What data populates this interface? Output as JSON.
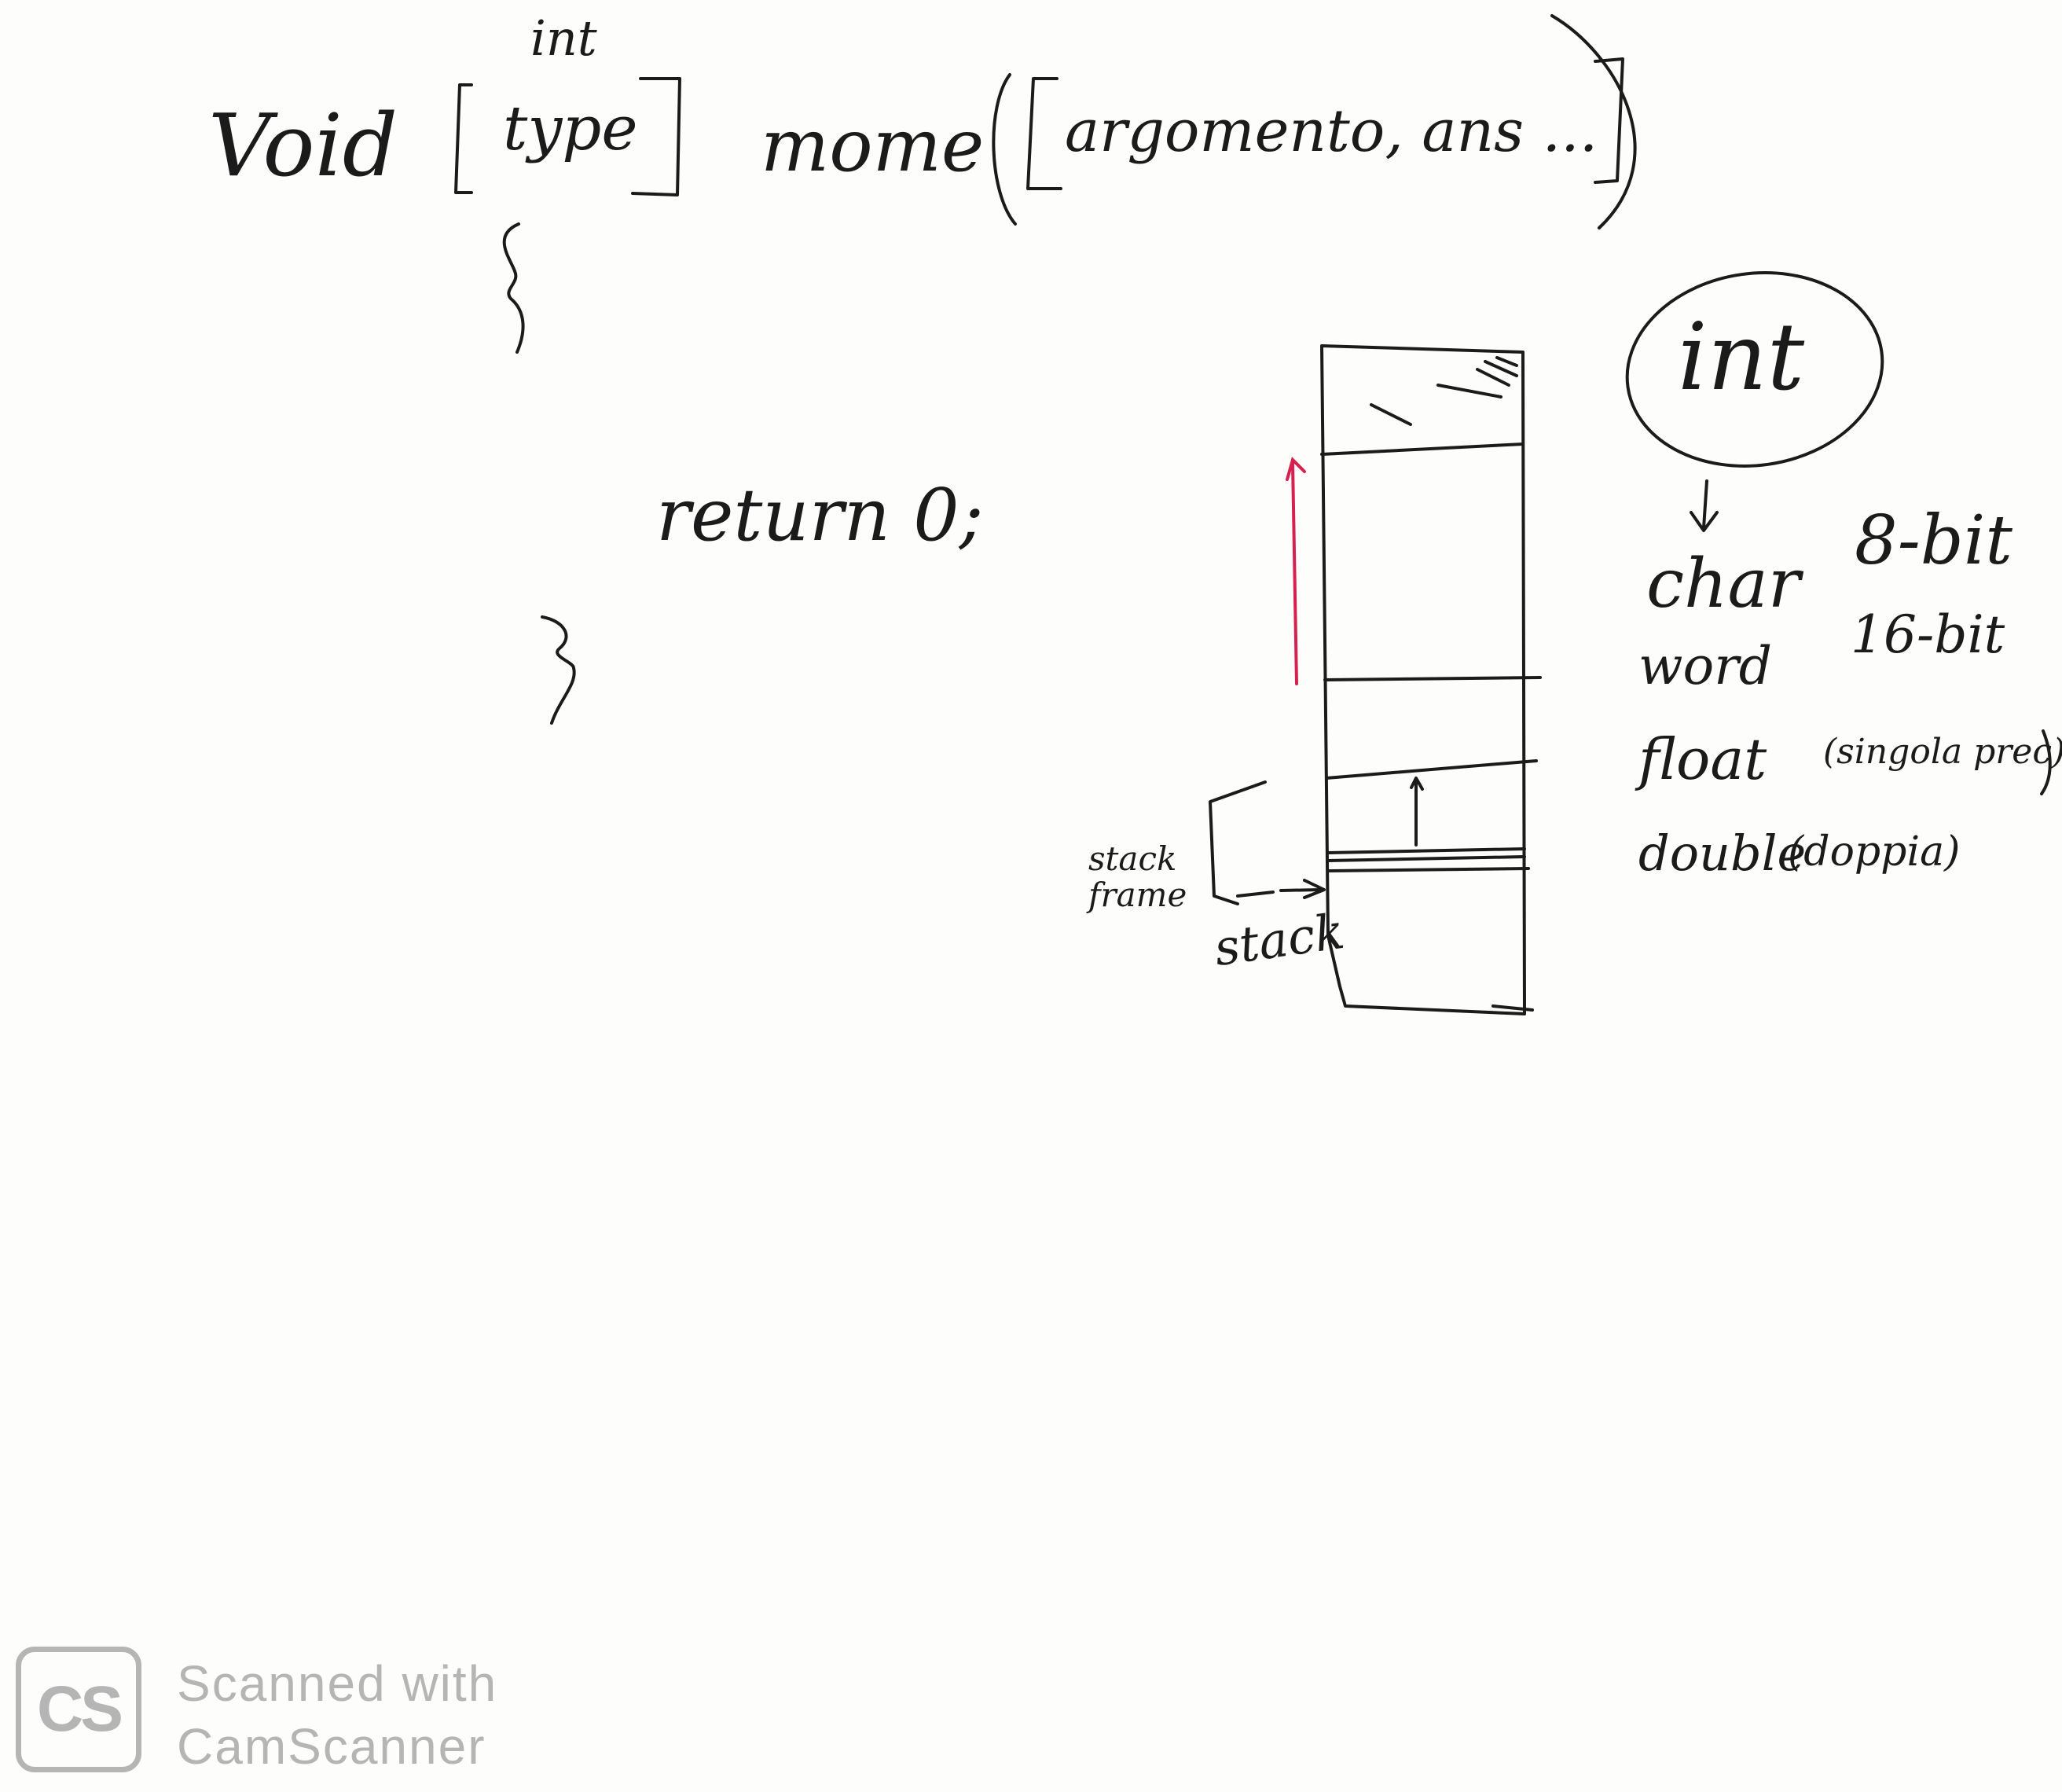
{
  "signature": {
    "return_type_top": "int",
    "void_keyword": "Void",
    "type_placeholder": "[type]",
    "function_name": "mome",
    "arguments": "([argomento, ans ...])",
    "open_brace": "{"
  },
  "body": {
    "return_statement": "return 0;",
    "close_brace": "}"
  },
  "stack_diagram": {
    "stack_frame_label": "stack frame",
    "stack_label": "stack"
  },
  "types": {
    "int_label": "int",
    "rows": [
      {
        "name": "char",
        "detail": "8-bit"
      },
      {
        "name": "word",
        "detail": "16-bit"
      },
      {
        "name": "float",
        "detail": "(singola prec)"
      },
      {
        "name": "double",
        "detail": "(doppia)"
      }
    ]
  },
  "watermark": {
    "logo": "CS",
    "line1": "Scanned with",
    "line2": "CamScanner"
  },
  "colors": {
    "ink": "#1b1b1b",
    "accent_red": "#d6204e",
    "watermark_gray": "#b5b5b5"
  }
}
